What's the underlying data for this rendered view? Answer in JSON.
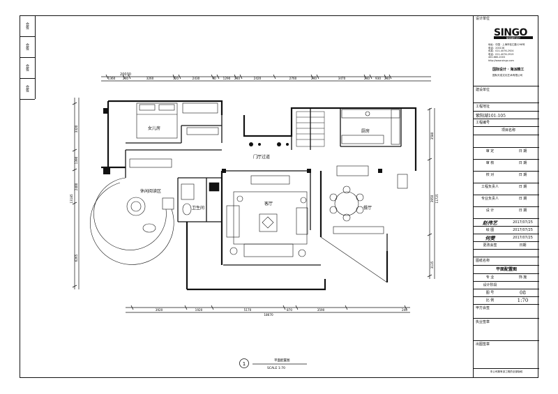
{
  "left_strip": [
    "会签",
    "会签",
    "会签",
    "会签"
  ],
  "plan": {
    "rooms": {
      "daughter_room": "女儿房",
      "kitchen": "厨房",
      "entrance_corridor": "门厅过道",
      "leisure_reading": "休闲阅读区",
      "living_room": "客厅",
      "bathroom": "卫生间",
      "dining_room": "餐厅"
    },
    "dims_top": [
      "1360",
      "240",
      "3260",
      "120",
      "2430",
      "40",
      "1290",
      "240",
      "2420",
      "2760",
      "240",
      "3470",
      "240",
      "930",
      "240"
    ],
    "dim_top_total": "20030",
    "dims_bottom": [
      "3920",
      "1920",
      "5170",
      "870",
      "3590",
      "240"
    ],
    "dim_bottom_total": "18670",
    "dims_left": [
      "3320",
      "1390",
      "2400",
      "6265"
    ],
    "dim_left_total": "13185",
    "dims_right": [
      "3580",
      "3950",
      "3135"
    ],
    "dim_right_total": "11725",
    "caption": {
      "number": "1",
      "title": "平面配置图",
      "scale": "SCALE   1:70"
    }
  },
  "title_block": {
    "design_unit": "设计单位",
    "logo": "SINGO",
    "logo_sub": "星辰国际设计",
    "address_lines": [
      "地址：中国 · 上海市松江路1298号",
      "电话：200136",
      "传真：021-4076-2924",
      "电话：021-4076-2919",
      "400-680-2003",
      "http://www.singo.com"
    ],
    "brand": "国际设计 · 海派精工",
    "company": "国际天成文化艺术有限公司",
    "construction_unit": "建设单位",
    "project_address_label": "工程地址",
    "project_address": "紫阳湖101-105",
    "project_number_label": "工程编号",
    "project_name_label": "项目名称",
    "rows": [
      {
        "left": "审 定",
        "right": "日 期"
      },
      {
        "left": "审 核",
        "right": "日 期"
      },
      {
        "left": "校 对",
        "right": "日 期"
      },
      {
        "left": "工程负责人",
        "right": "日 期"
      },
      {
        "left": "专业负责人",
        "right": "日 期"
      },
      {
        "left": "设 计",
        "right": "日 期"
      }
    ],
    "signer1": "赵伟艺",
    "date1": "2017/07/25",
    "draw_label": "绘 图",
    "signer2": "何雯",
    "date2": "2017/07/25",
    "revision_label": "更改会签",
    "revision_date_label": "日期",
    "drawing_name_label": "图纸名称",
    "drawing_name": "平面配置图",
    "specialty_label": "专 业",
    "specialty": "饰 施",
    "design_stage_label": "设计阶段",
    "drawing_number_label": "图 号",
    "drawing_number": "08",
    "scale_label": "比 例",
    "scale": "1:70",
    "party_a_label": "甲方会签",
    "practice_label": "执业签章",
    "publish_label": "出图签章",
    "footer": "本公司拥有该工程的全部版权"
  }
}
